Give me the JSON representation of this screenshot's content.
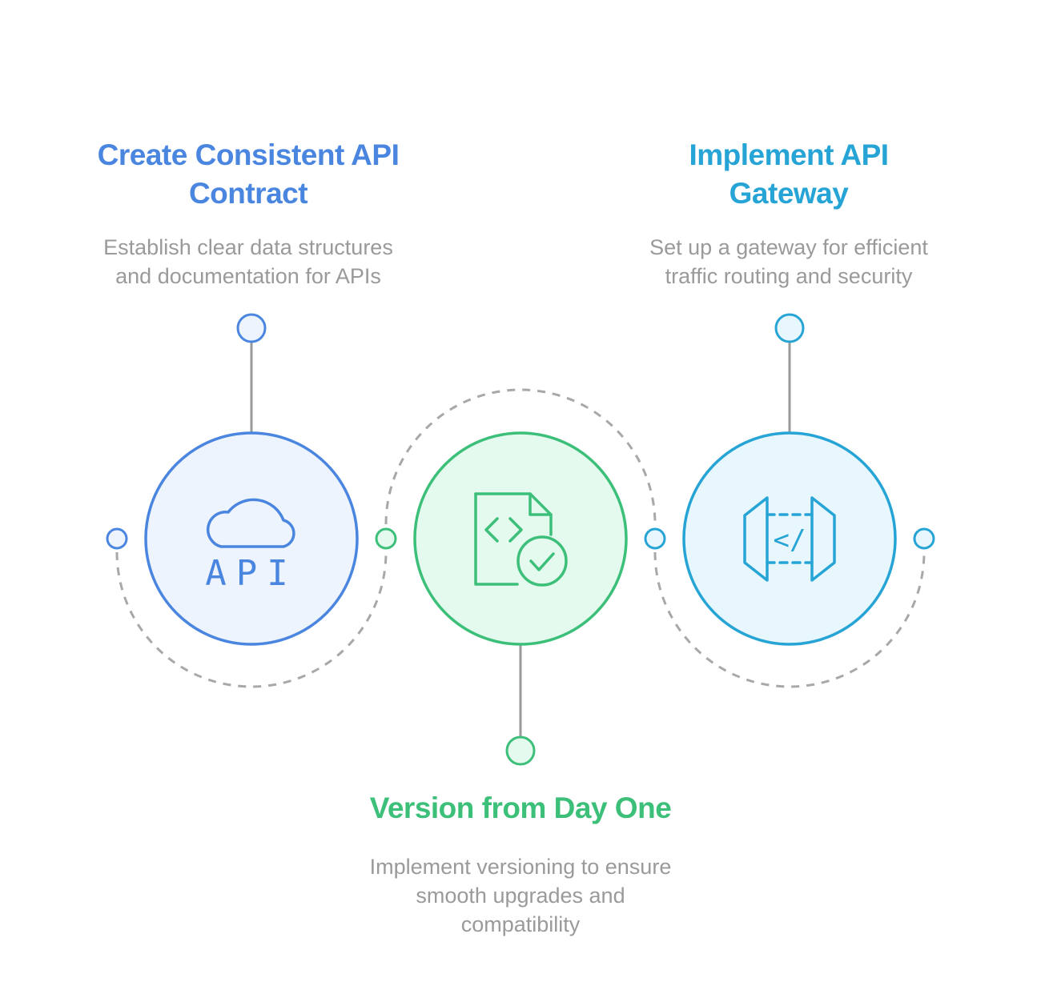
{
  "steps": [
    {
      "title_line1": "Create Consistent API",
      "title_line2": "Contract",
      "desc_line1": "Establish clear data structures",
      "desc_line2": "and documentation for APIs",
      "icon": "cloud-api-icon",
      "icon_text": "API",
      "color": "#4a86e0",
      "fill": "#eef4fd"
    },
    {
      "title_line1": "Implement API",
      "title_line2": "Gateway",
      "desc_line1": "Set up a gateway for efficient",
      "desc_line2": "traffic routing and security",
      "icon": "gateway-code-icon",
      "icon_text": "</",
      "color": "#27a4d6",
      "fill": "#e8f7fd"
    },
    {
      "title_line1": "Version from Day One",
      "desc_line1": "Implement versioning to ensure",
      "desc_line2": "smooth upgrades and",
      "desc_line3": "compatibility",
      "icon": "code-file-check-icon",
      "color": "#3cbf78",
      "fill": "#e4faee"
    }
  ],
  "connector_color": "#9a9a9a",
  "dash_color": "#a8a8a8"
}
